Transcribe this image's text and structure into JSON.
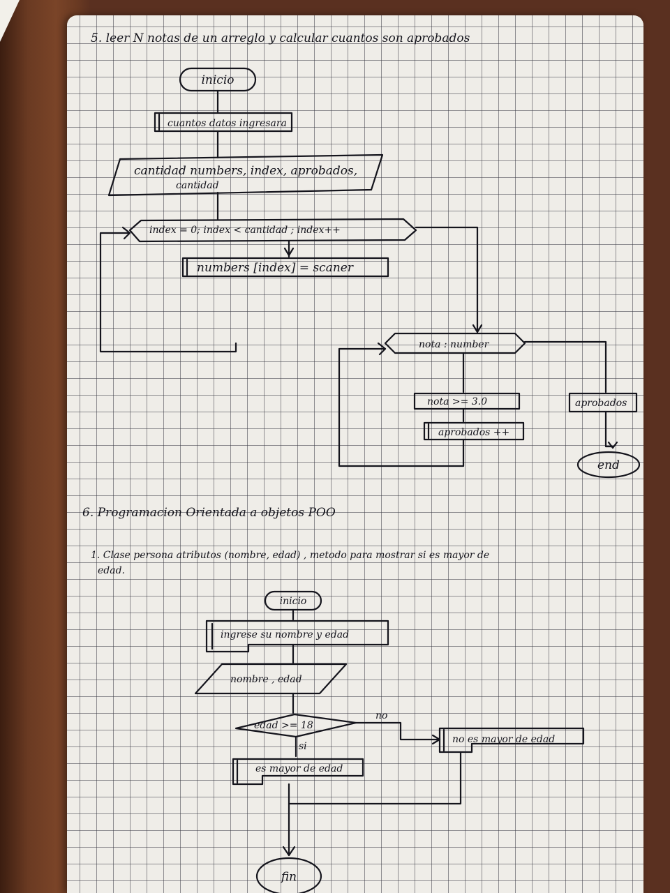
{
  "exercise_5": {
    "heading": "5. leer N notas de un arreglo y calcular cuantos son aprobados",
    "start": "inicio",
    "prompt": "cuantos datos ingresara",
    "input_line1": "cantidad numbers, index, aprobados,",
    "input_line2": "cantidad",
    "loop1": "index = 0; index < cantidad ; index++",
    "assign": "numbers [index] = scaner",
    "loop2": "nota : number",
    "condition": "nota >= 3.0",
    "increment": "aprobados ++",
    "output": "aprobados",
    "end": "end"
  },
  "section_poo": {
    "heading": "6. Programacion Orientada a objetos POO",
    "task_line1": "1. Clase persona atributos (nombre, edad) , metodo para mostrar si es mayor de",
    "task_line2": "edad.",
    "start": "inicio",
    "prompt": "ingrese su nombre y edad",
    "input": "nombre , edad",
    "decision": "edad >= 18",
    "no_label": "no",
    "yes_label": "si",
    "no_output": "no es mayor de edad",
    "yes_output": "es mayor de edad",
    "end": "fin"
  },
  "colors": {
    "ink": "#14141c",
    "paper": "#efede8",
    "grid": "#3c3c46",
    "table": "#5a3220"
  }
}
